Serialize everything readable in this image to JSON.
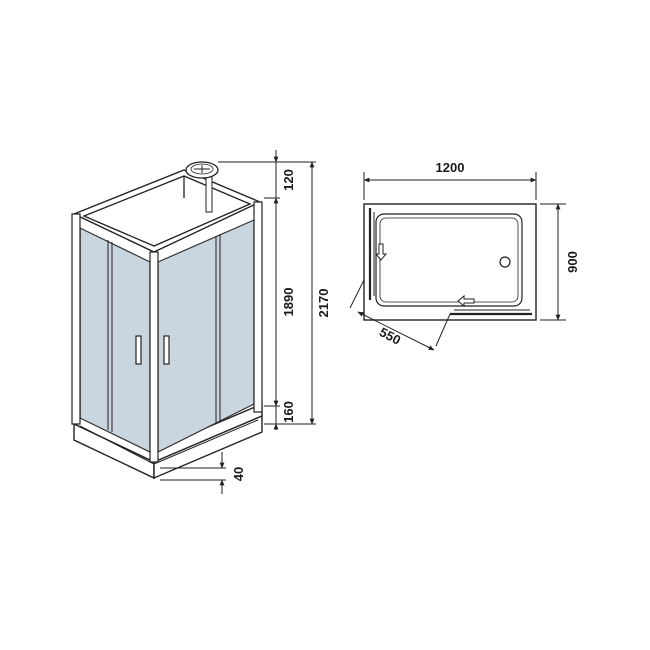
{
  "dimensions": {
    "top_clearance": "120",
    "cabin_height": "1890",
    "total_height": "2170",
    "tray_height": "160",
    "foot_adjust": "40",
    "width": "1200",
    "depth": "900",
    "door_opening": "550"
  },
  "colors": {
    "glass": "#c9d6e0",
    "line": "#222222"
  },
  "icons": {
    "shower_head": "rain-shower-head-icon",
    "drain": "drain-circle-icon",
    "slide_arrow": "slide-direction-arrow-icon"
  }
}
